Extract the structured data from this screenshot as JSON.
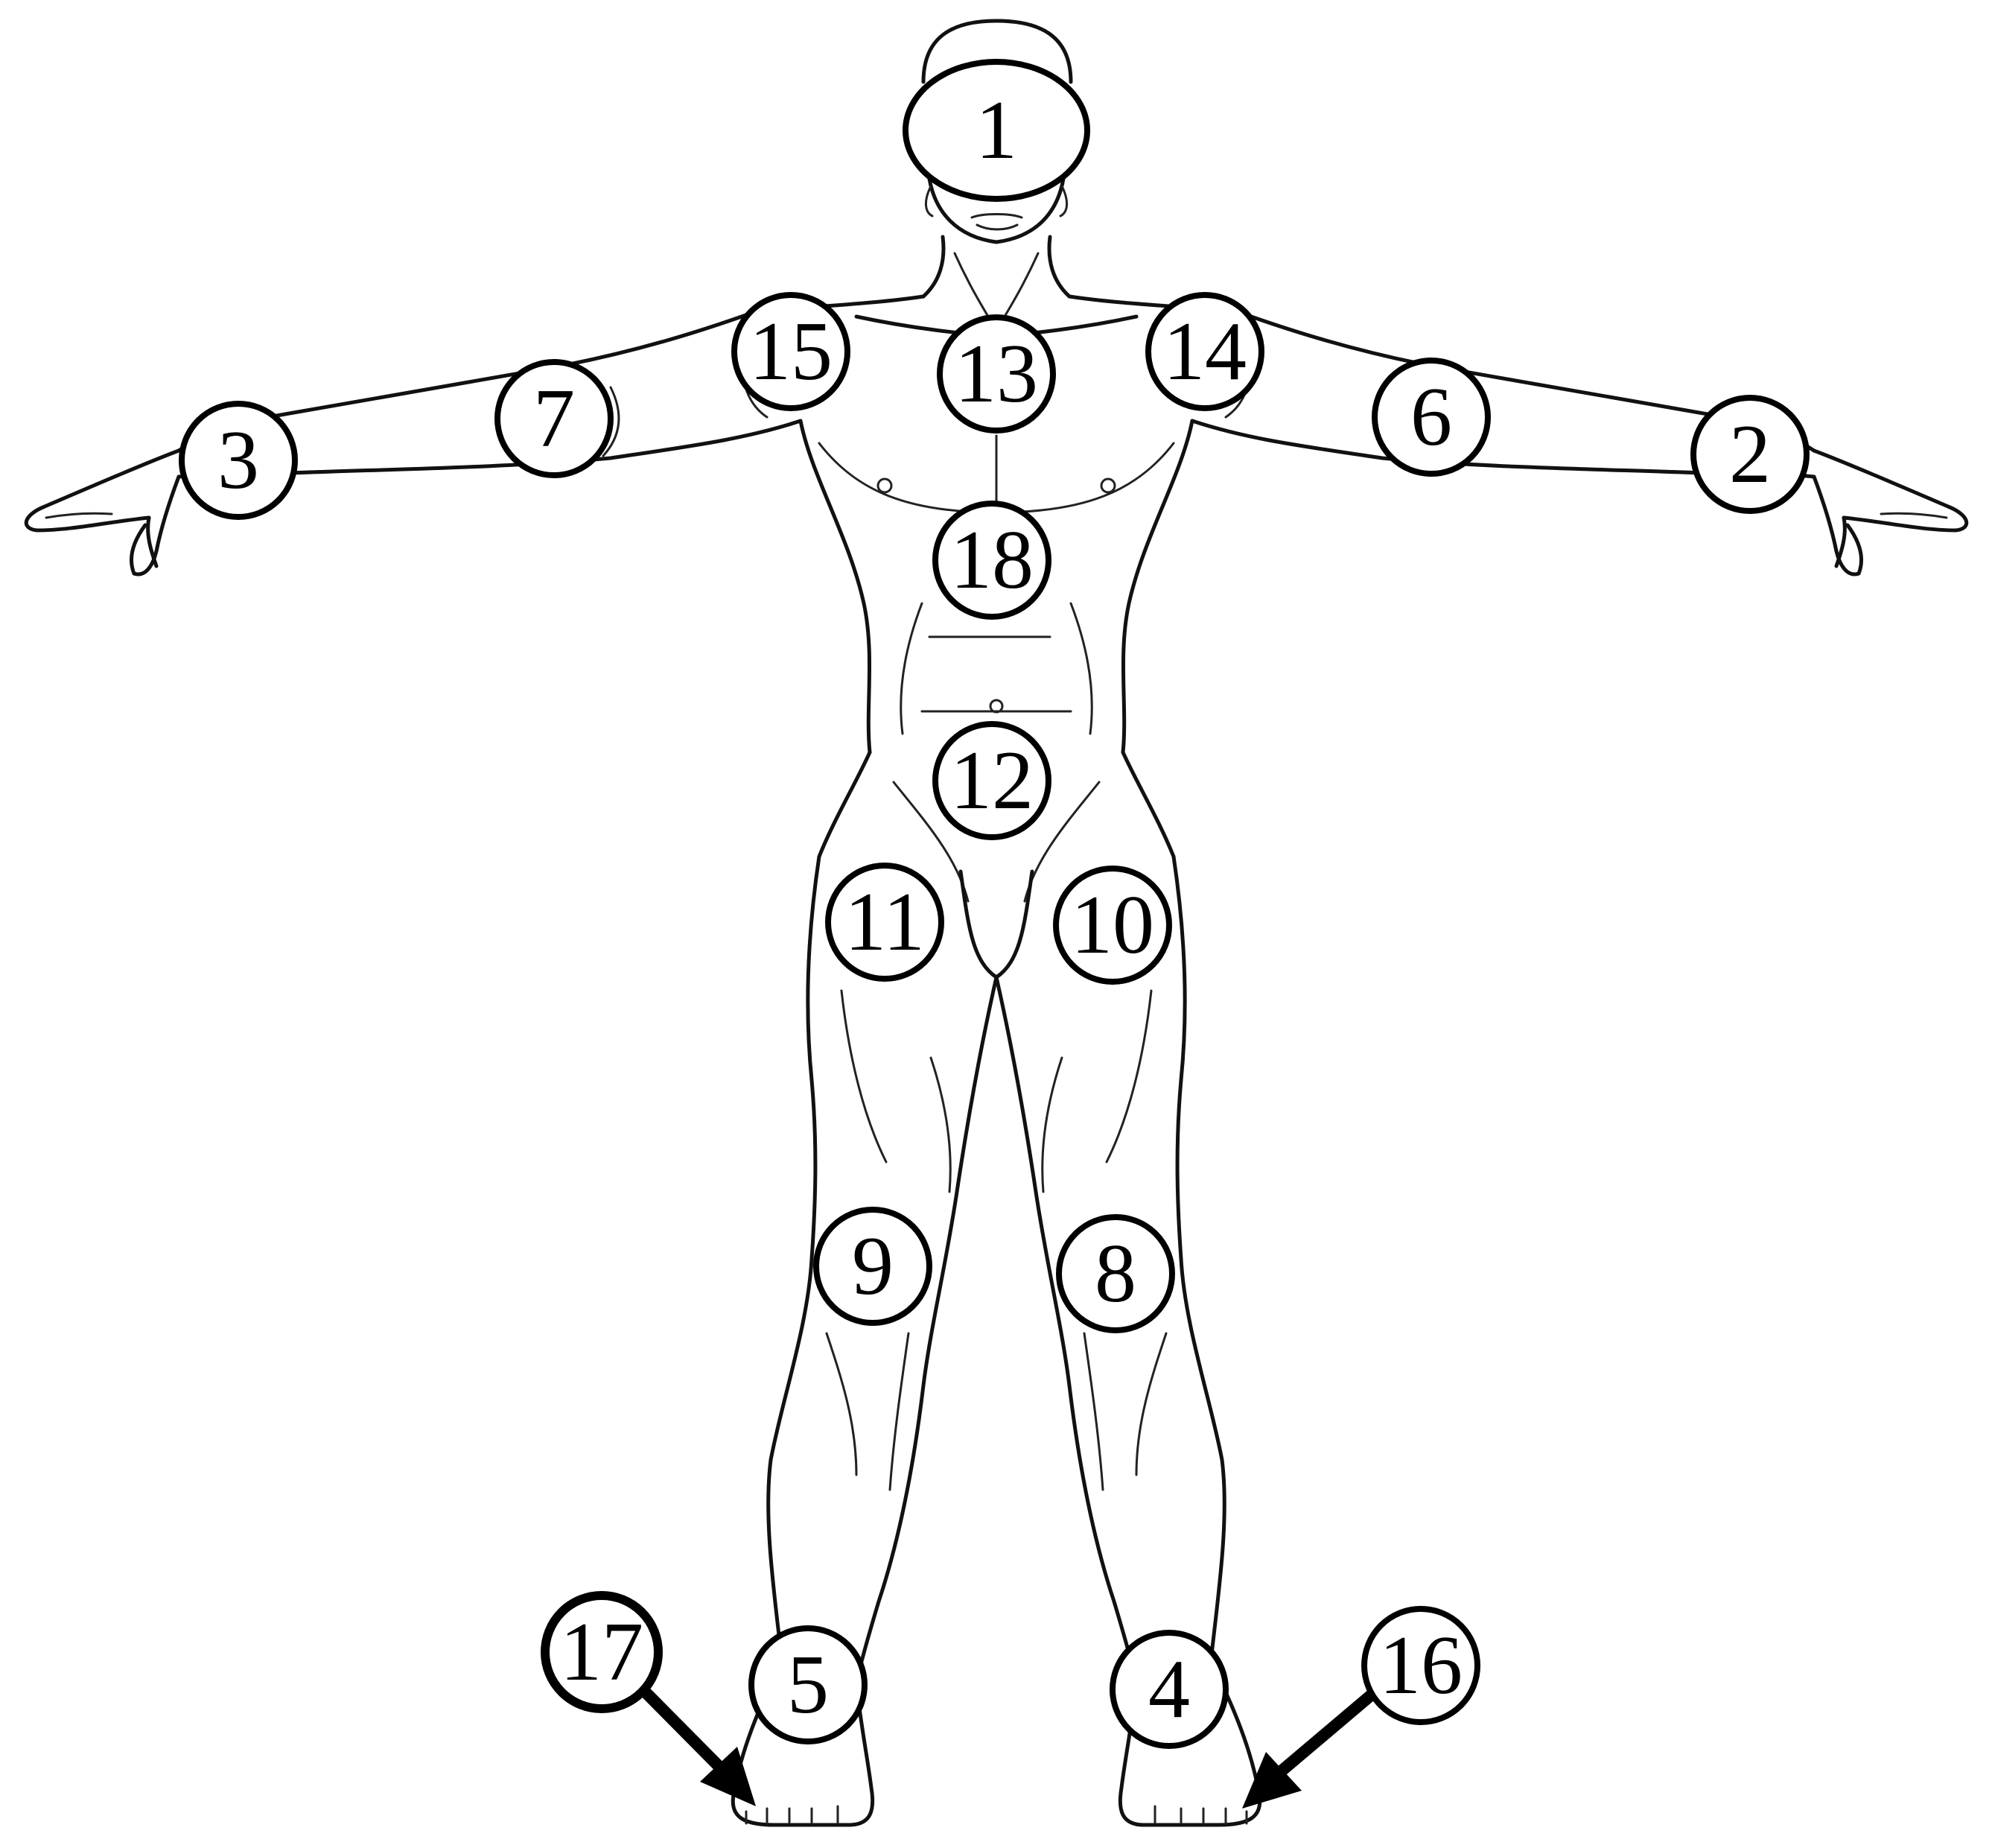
{
  "diagram": {
    "markers": [
      {
        "id": "1",
        "label": "1"
      },
      {
        "id": "2",
        "label": "2"
      },
      {
        "id": "3",
        "label": "3"
      },
      {
        "id": "4",
        "label": "4"
      },
      {
        "id": "5",
        "label": "5"
      },
      {
        "id": "6",
        "label": "6"
      },
      {
        "id": "7",
        "label": "7"
      },
      {
        "id": "8",
        "label": "8"
      },
      {
        "id": "9",
        "label": "9"
      },
      {
        "id": "10",
        "label": "10"
      },
      {
        "id": "11",
        "label": "11"
      },
      {
        "id": "12",
        "label": "12"
      },
      {
        "id": "13",
        "label": "13"
      },
      {
        "id": "14",
        "label": "14"
      },
      {
        "id": "15",
        "label": "15"
      },
      {
        "id": "16",
        "label": "16"
      },
      {
        "id": "17",
        "label": "17"
      },
      {
        "id": "18",
        "label": "18"
      }
    ],
    "colors": {
      "line": "#111111",
      "marker_fill": "#ffffff",
      "marker_stroke": "#000000"
    }
  }
}
